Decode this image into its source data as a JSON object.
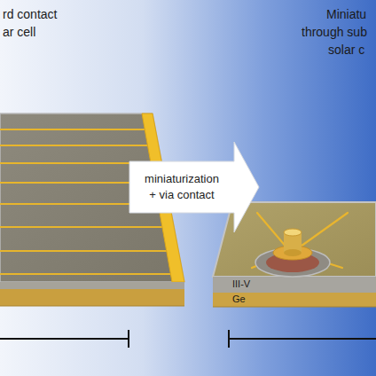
{
  "diagram": {
    "nodes": [
      {
        "text": [
          "miniaturization + via contact"
        ]
      }
    ],
    "labels": [
      "rd contact",
      "ar cell",
      "Miniatu",
      "through sub",
      "solar c",
      "III-V",
      "Ge"
    ]
  }
}
